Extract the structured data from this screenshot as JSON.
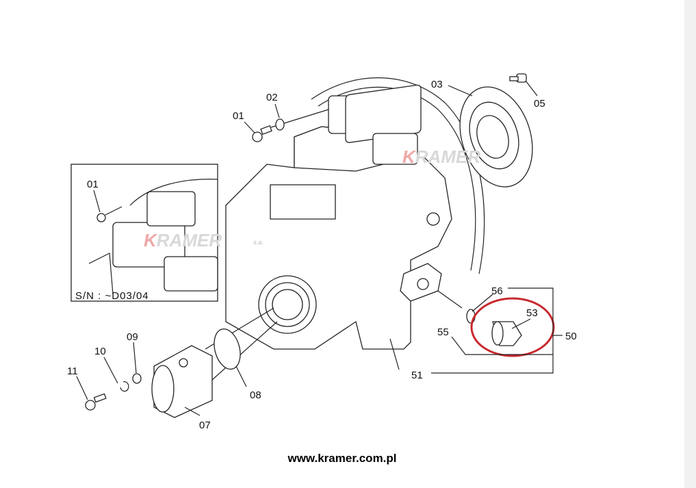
{
  "diagram": {
    "callouts": {
      "c01": "01",
      "c02": "02",
      "c03": "03",
      "c05": "05",
      "c07": "07",
      "c08": "08",
      "c09": "09",
      "c10": "10",
      "c11": "11",
      "c50": "50",
      "c51": "51",
      "c53": "53",
      "c55": "55",
      "c56": "56",
      "inset01": "01"
    },
    "inset_serial": "S/N : ~D03/04",
    "watermark": {
      "brand": "KRAMER",
      "suffix": "s.a."
    },
    "highlight_color": "#c8282d"
  },
  "footer": {
    "url": "www.kramer.com.pl"
  }
}
